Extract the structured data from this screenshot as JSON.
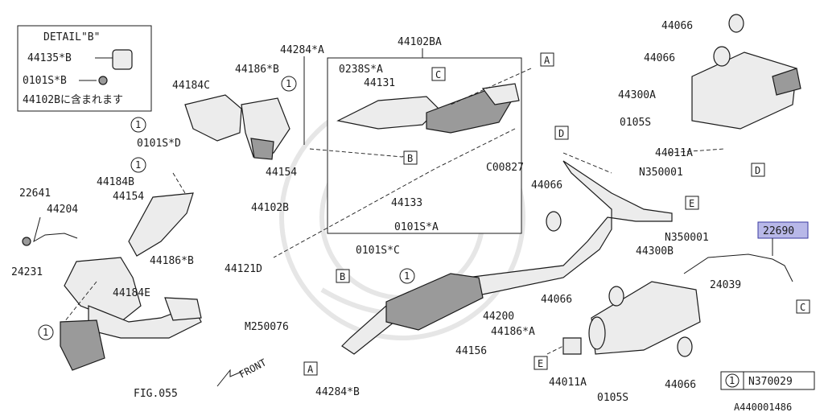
{
  "detail_box": {
    "title": "DETAIL\"B\"",
    "part_a": "44135*B",
    "part_b": "0101S*B",
    "note": "44102Bに含まれます"
  },
  "labels": {
    "p44284A": "44284*A",
    "p44102BA": "44102BA",
    "p44186B_top": "44186*B",
    "p44184C": "44184C",
    "p0238SA": "0238S*A",
    "p44131": "44131",
    "p0101SD": "0101S*D",
    "p44154_mid": "44154",
    "p44102B": "44102B",
    "p44184B": "44184B",
    "p22641": "22641",
    "p44154_left": "44154",
    "p44204": "44204",
    "p24231": "24231",
    "p44186B_left": "44186*B",
    "p44184E": "44184E",
    "pFIG055": "FIG.055",
    "p44133": "44133",
    "p0101SA": "0101S*A",
    "pC00827": "C00827",
    "p0101SC": "0101S*C",
    "p44121D": "44121D",
    "pM250076": "M250076",
    "p44200": "44200",
    "p44186A": "44186*A",
    "p44156": "44156",
    "p44284B": "44284*B",
    "p44066_a": "44066",
    "p44066_b": "44066",
    "p44066_c": "44066",
    "p44066_d": "44066",
    "p44066_e": "44066",
    "p44300A": "44300A",
    "p0105S_top": "0105S",
    "p44011A_top": "44011A",
    "pN350001_a": "N350001",
    "pN350001_b": "N350001",
    "p44300B": "44300B",
    "p22690": "22690",
    "p24039": "24039",
    "p44011A_bot": "44011A",
    "p0105S_bot": "0105S",
    "pN370029": "N370029",
    "pA440001486": "A440001486",
    "front": "FRONT"
  },
  "refs": {
    "one": "1",
    "A": "A",
    "B": "B",
    "C": "C",
    "D": "D",
    "E": "E"
  },
  "colors": {
    "highlight_fill": "#b8b8e8",
    "highlight_border": "#3a3aa0"
  }
}
